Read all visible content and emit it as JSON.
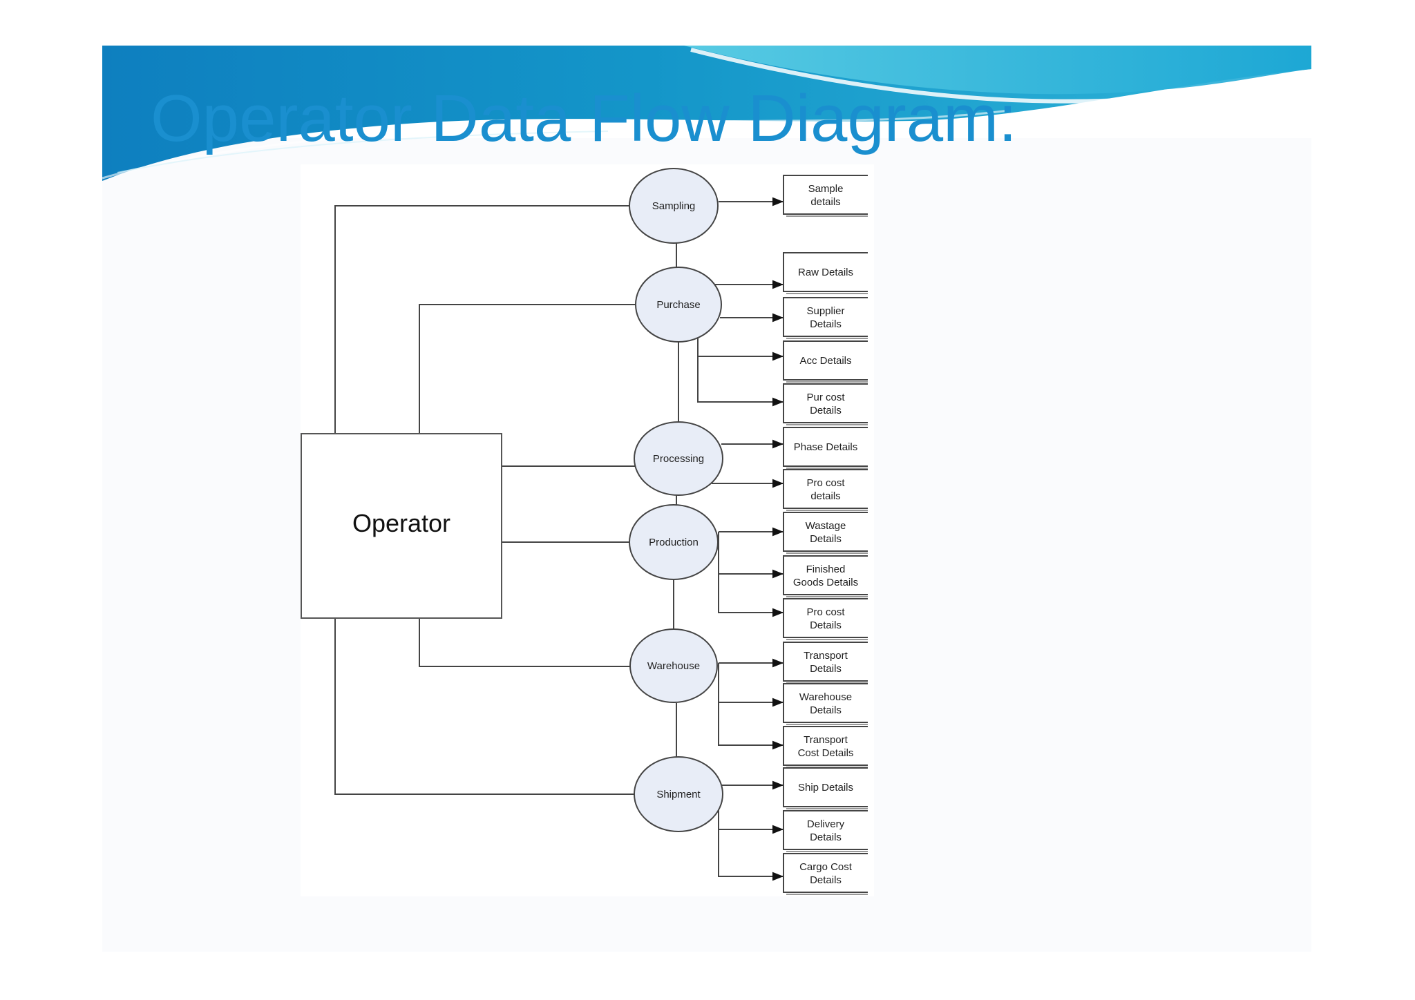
{
  "slide": {
    "title": "Operator Data Flow Diagram:",
    "title_color": "#1a8fcf",
    "banner_colors": [
      "#0e7fbf",
      "#1ba6d4",
      "#5fd0e6"
    ]
  },
  "diagram": {
    "entity": {
      "id": "operator",
      "label": "Operator"
    },
    "processes": [
      {
        "id": "sampling",
        "label": "Sampling"
      },
      {
        "id": "purchase",
        "label": "Purchase"
      },
      {
        "id": "processing",
        "label": "Processing"
      },
      {
        "id": "production",
        "label": "Production"
      },
      {
        "id": "warehouse",
        "label": "Warehouse"
      },
      {
        "id": "shipment",
        "label": "Shipment"
      }
    ],
    "data_stores": [
      {
        "id": "sample-details",
        "lines": [
          "Sample",
          "details"
        ],
        "from": "sampling"
      },
      {
        "id": "raw-details",
        "lines": [
          "Raw Details"
        ],
        "from": "purchase"
      },
      {
        "id": "supplier-details",
        "lines": [
          "Supplier",
          "Details"
        ],
        "from": "purchase"
      },
      {
        "id": "acc-details",
        "lines": [
          "Acc Details"
        ],
        "from": "purchase"
      },
      {
        "id": "pur-cost-details",
        "lines": [
          "Pur cost",
          "Details"
        ],
        "from": "purchase"
      },
      {
        "id": "phase-details",
        "lines": [
          "Phase Details"
        ],
        "from": "processing"
      },
      {
        "id": "pro-cost-details-1",
        "lines": [
          "Pro cost",
          "details"
        ],
        "from": "processing"
      },
      {
        "id": "wastage-details",
        "lines": [
          "Wastage",
          "Details"
        ],
        "from": "production"
      },
      {
        "id": "finished-goods-details",
        "lines": [
          "Finished",
          "Goods Details"
        ],
        "from": "production"
      },
      {
        "id": "pro-cost-details-2",
        "lines": [
          "Pro cost",
          "Details"
        ],
        "from": "production"
      },
      {
        "id": "transport-details",
        "lines": [
          "Transport",
          "Details"
        ],
        "from": "warehouse"
      },
      {
        "id": "warehouse-details",
        "lines": [
          "Warehouse",
          "Details"
        ],
        "from": "warehouse"
      },
      {
        "id": "transport-cost-details",
        "lines": [
          "Transport",
          "Cost Details"
        ],
        "from": "warehouse"
      },
      {
        "id": "ship-details",
        "lines": [
          "Ship Details"
        ],
        "from": "shipment"
      },
      {
        "id": "delivery-details",
        "lines": [
          "Delivery",
          "Details"
        ],
        "from": "shipment"
      },
      {
        "id": "cargo-cost-details",
        "lines": [
          "Cargo Cost",
          "Details"
        ],
        "from": "shipment"
      }
    ]
  }
}
